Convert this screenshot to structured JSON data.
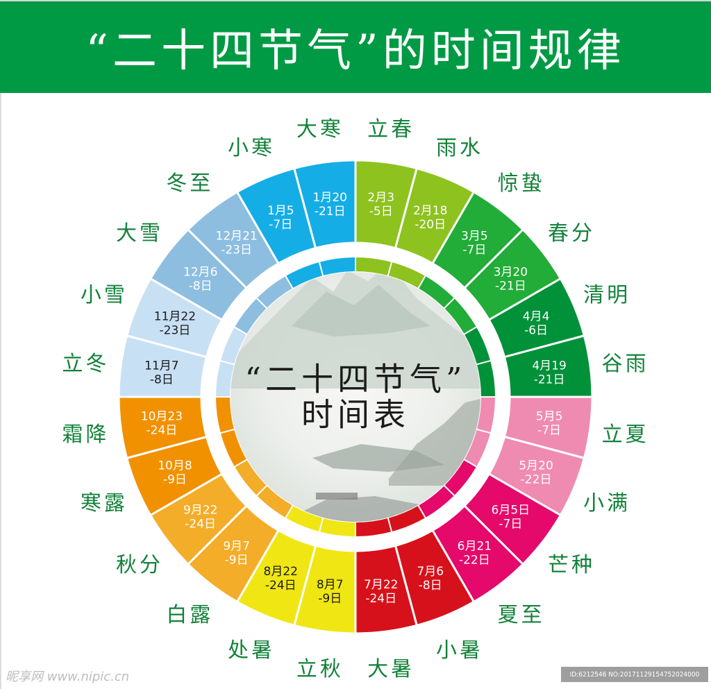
{
  "header": {
    "title": "“二十四节气”的时间规律",
    "background": "#009a44"
  },
  "center": {
    "line1": "“二十四节气”",
    "line2": "时间表"
  },
  "watermark": {
    "left": "昵享网 www.nipic.cn",
    "right": "ID:6212546 NO:20171129154752024000"
  },
  "terms": [
    {
      "name": "立春",
      "date": "2月3",
      "range": "-5日",
      "color": "#8dc21f",
      "text": "#ffffff"
    },
    {
      "name": "雨水",
      "date": "2月18",
      "range": "-20日",
      "color": "#8dc21f",
      "text": "#ffffff"
    },
    {
      "name": "惊蛰",
      "date": "3月5",
      "range": "-7日",
      "color": "#22ac38",
      "text": "#ffffff"
    },
    {
      "name": "春分",
      "date": "3月20",
      "range": "-21日",
      "color": "#22ac38",
      "text": "#ffffff"
    },
    {
      "name": "清明",
      "date": "4月4",
      "range": "-6日",
      "color": "#009139",
      "text": "#ffffff"
    },
    {
      "name": "谷雨",
      "date": "4月19",
      "range": "-21日",
      "color": "#009139",
      "text": "#ffffff"
    },
    {
      "name": "立夏",
      "date": "5月5",
      "range": "-7日",
      "color": "#ef8bb0",
      "text": "#ffffff"
    },
    {
      "name": "小满",
      "date": "5月20",
      "range": "-22日",
      "color": "#ef8bb0",
      "text": "#ffffff"
    },
    {
      "name": "芒种",
      "date": "6月5日",
      "range": "-7日",
      "color": "#e5096b",
      "text": "#ffffff"
    },
    {
      "name": "夏至",
      "date": "6月21",
      "range": "-22日",
      "color": "#e5096b",
      "text": "#ffffff"
    },
    {
      "name": "小暑",
      "date": "7月6",
      "range": "-8日",
      "color": "#d7111b",
      "text": "#ffffff"
    },
    {
      "name": "大暑",
      "date": "7月22",
      "range": "-24日",
      "color": "#d7111b",
      "text": "#ffffff"
    },
    {
      "name": "立秋",
      "date": "8月7",
      "range": "-9日",
      "color": "#f0e614",
      "text": "#1a1a1a"
    },
    {
      "name": "处暑",
      "date": "8月22",
      "range": "-24日",
      "color": "#f0e614",
      "text": "#1a1a1a"
    },
    {
      "name": "白露",
      "date": "9月7",
      "range": "-9日",
      "color": "#f4ad28",
      "text": "#ffffff"
    },
    {
      "name": "秋分",
      "date": "9月22",
      "range": "-24日",
      "color": "#f4ad28",
      "text": "#ffffff"
    },
    {
      "name": "寒露",
      "date": "10月8",
      "range": "-9日",
      "color": "#f29100",
      "text": "#ffffff"
    },
    {
      "name": "霜降",
      "date": "10月23",
      "range": "-24日",
      "color": "#f29100",
      "text": "#ffffff"
    },
    {
      "name": "立冬",
      "date": "11月7",
      "range": "-8日",
      "color": "#c8e0f4",
      "text": "#1a1a1a"
    },
    {
      "name": "小雪",
      "date": "11月22",
      "range": "-23日",
      "color": "#c8e0f4",
      "text": "#1a1a1a"
    },
    {
      "name": "大雪",
      "date": "12月6",
      "range": "-8日",
      "color": "#8dbee0",
      "text": "#ffffff"
    },
    {
      "name": "冬至",
      "date": "12月21",
      "range": "-23日",
      "color": "#8dbee0",
      "text": "#ffffff"
    },
    {
      "name": "小寒",
      "date": "1月5",
      "range": "-7日",
      "color": "#15ade6",
      "text": "#ffffff"
    },
    {
      "name": "大寒",
      "date": "1月20",
      "range": "-21日",
      "color": "#15ade6",
      "text": "#ffffff"
    }
  ],
  "chart_data": {
    "type": "pie",
    "title": "“二十四节气”的时间规律",
    "center_label": "“二十四节气”时间表",
    "categories": [
      "立春",
      "雨水",
      "惊蛰",
      "春分",
      "清明",
      "谷雨",
      "立夏",
      "小满",
      "芒种",
      "夏至",
      "小暑",
      "大暑",
      "立秋",
      "处暑",
      "白露",
      "秋分",
      "寒露",
      "霜降",
      "立冬",
      "小雪",
      "大雪",
      "冬至",
      "小寒",
      "大寒"
    ],
    "values": [
      1,
      1,
      1,
      1,
      1,
      1,
      1,
      1,
      1,
      1,
      1,
      1,
      1,
      1,
      1,
      1,
      1,
      1,
      1,
      1,
      1,
      1,
      1,
      1
    ],
    "date_ranges": [
      "2月3-5日",
      "2月18-20日",
      "3月5-7日",
      "3月20-21日",
      "4月4-6日",
      "4月19-21日",
      "5月5-7日",
      "5月20-22日",
      "6月5日-7日",
      "6月21-22日",
      "7月6-8日",
      "7月22-24日",
      "8月7-9日",
      "8月22-24日",
      "9月7-9日",
      "9月22-24日",
      "10月8-9日",
      "10月23-24日",
      "11月7-8日",
      "11月22-23日",
      "12月6-8日",
      "12月21-23日",
      "1月5-7日",
      "1月20-21日"
    ],
    "start_angle": "12 o'clock, clockwise"
  }
}
